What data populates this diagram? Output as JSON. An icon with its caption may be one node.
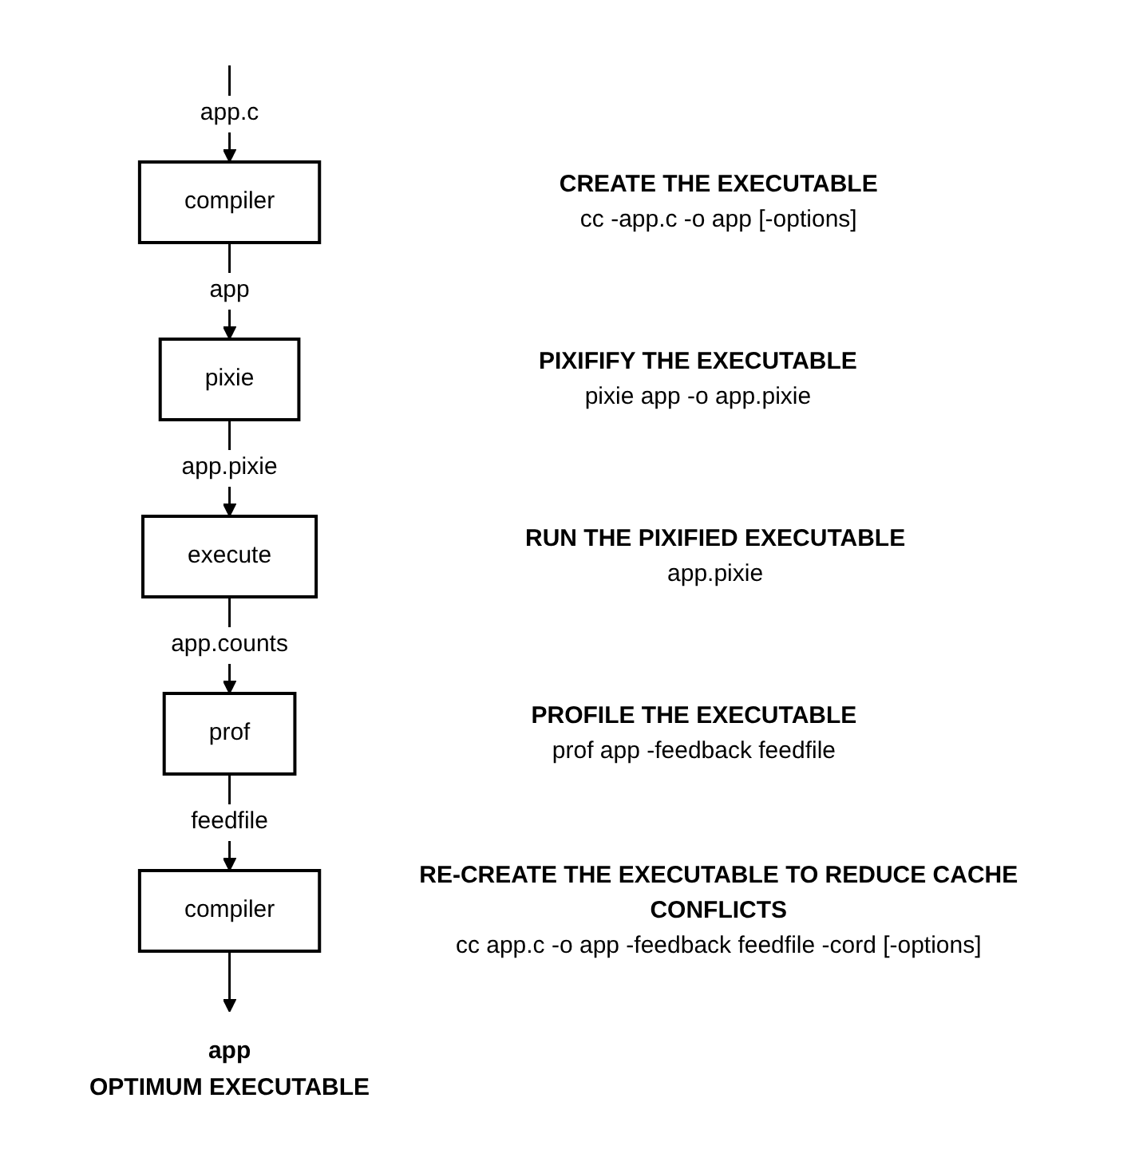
{
  "diagram": {
    "nodes": [
      {
        "text": [
          "compiler"
        ],
        "beside": [
          "CREATE THE EXECUTABLE",
          "cc -app.c -o app [-options]"
        ]
      },
      {
        "text": [
          "pixie"
        ],
        "beside": [
          "PIXIFIFY THE EXECUTABLE",
          "pixie app -o app.pixie"
        ]
      },
      {
        "text": [
          "execute"
        ],
        "beside": [
          "RUN THE PIXIFIED EXECUTABLE",
          "app.pixie"
        ]
      },
      {
        "text": [
          "prof"
        ],
        "beside": [
          "PROFILE THE EXECUTABLE",
          "prof app -feedback feedfile"
        ]
      },
      {
        "text": [
          "compiler"
        ],
        "beside": [
          "RE-CREATE THE EXECUTABLE TO REDUCE CACHE CONFLICTS",
          "cc app.c -o app -feedback feedfile -cord [-options]"
        ]
      },
      {
        "text": [
          "app",
          "OPTIMUM EXECUTABLE"
        ]
      }
    ],
    "edges": [
      {
        "from": null,
        "to": 0,
        "arrow": "to",
        "label": "app.c"
      },
      {
        "from": 0,
        "to": 1,
        "arrow": "to",
        "label": "app"
      },
      {
        "from": 1,
        "to": 2,
        "arrow": "to",
        "label": "app.pixie"
      },
      {
        "from": 2,
        "to": 3,
        "arrow": "to",
        "label": "app.counts"
      },
      {
        "from": 3,
        "to": 4,
        "arrow": "to",
        "label": "feedfile"
      },
      {
        "from": 4,
        "to": 5,
        "arrow": "to"
      }
    ]
  }
}
